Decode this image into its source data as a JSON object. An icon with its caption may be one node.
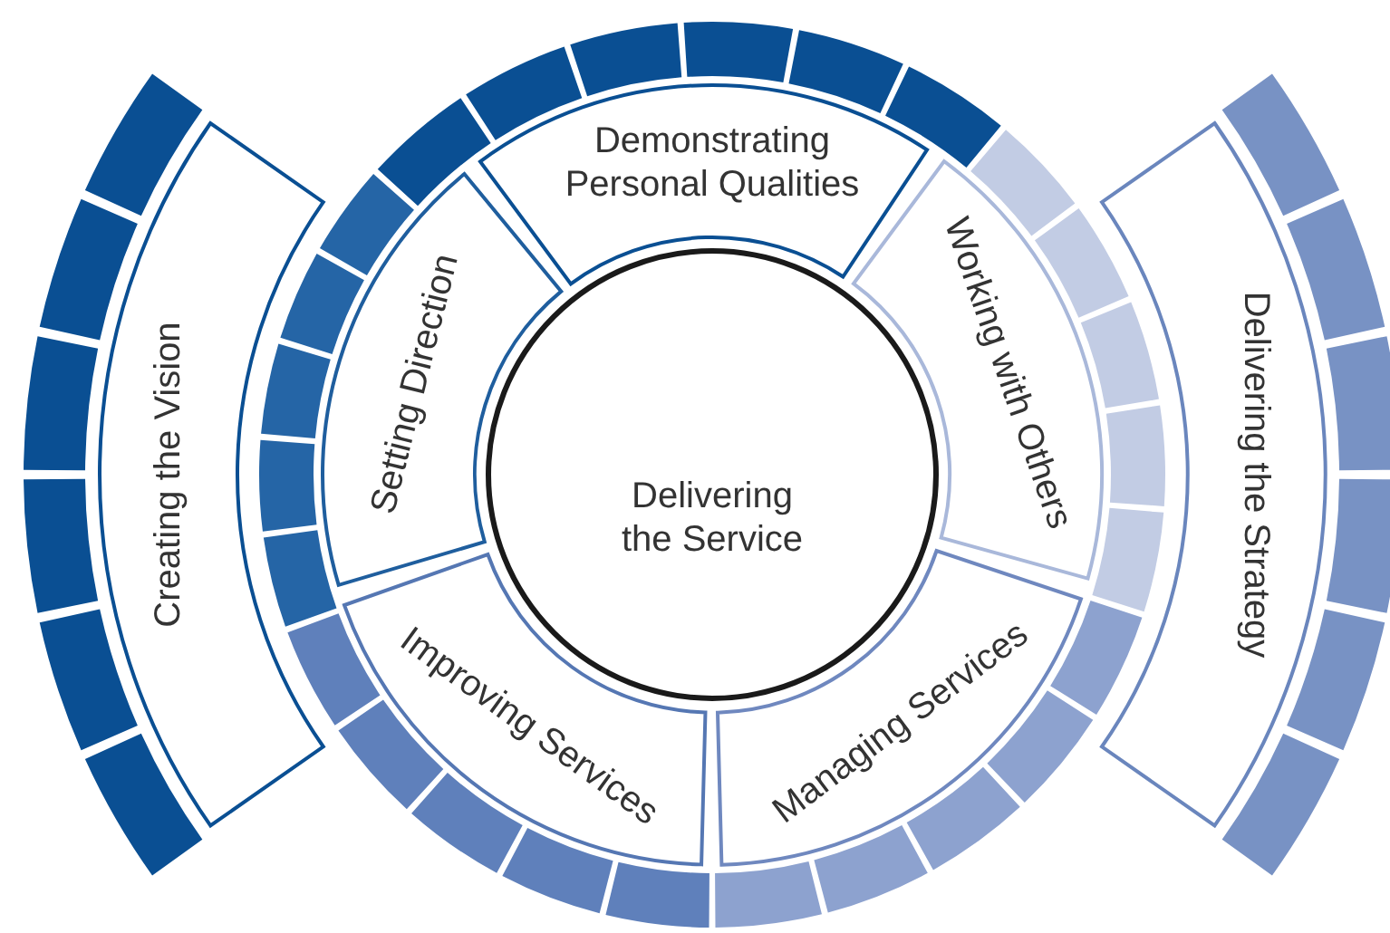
{
  "diagram": {
    "nodes": [
      {
        "text": [
          "Creating the Vision"
        ]
      },
      {
        "text": [
          "Demonstrating Personal Qualities"
        ]
      },
      {
        "text": [
          "Setting Direction"
        ]
      },
      {
        "text": [
          "Working with Others"
        ]
      },
      {
        "text": [
          "Delivering the Service"
        ]
      },
      {
        "text": [
          "Managing Services"
        ]
      },
      {
        "text": [
          "Improving Services"
        ]
      },
      {
        "text": [
          "Delivering the Strategy"
        ]
      }
    ]
  }
}
